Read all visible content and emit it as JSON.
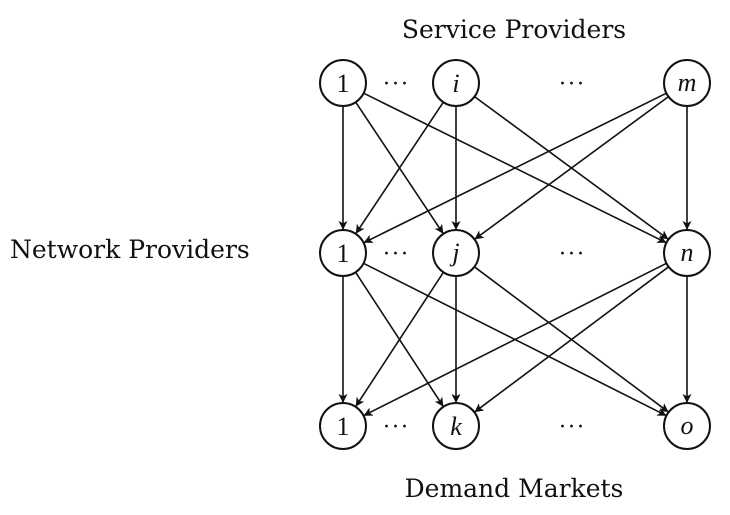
{
  "layers": [
    {
      "key": "service",
      "label": "Service Providers",
      "nodes": [
        {
          "id": "s1",
          "text": "1",
          "italic": false
        },
        {
          "id": "si",
          "text": "i",
          "italic": true
        },
        {
          "id": "sm",
          "text": "m",
          "italic": true
        }
      ],
      "dots": [
        "···",
        "···"
      ]
    },
    {
      "key": "network",
      "label": "Network Providers",
      "nodes": [
        {
          "id": "n1",
          "text": "1",
          "italic": false
        },
        {
          "id": "nj",
          "text": "j",
          "italic": true
        },
        {
          "id": "nn",
          "text": "n",
          "italic": true
        }
      ],
      "dots": [
        "···",
        "···"
      ]
    },
    {
      "key": "demand",
      "label": "Demand Markets",
      "nodes": [
        {
          "id": "d1",
          "text": "1",
          "italic": false
        },
        {
          "id": "dk",
          "text": "k",
          "italic": true
        },
        {
          "id": "do",
          "text": "o",
          "italic": true
        }
      ],
      "dots": [
        "···",
        "···"
      ]
    }
  ],
  "edges": [
    [
      "s1",
      "n1"
    ],
    [
      "s1",
      "nj"
    ],
    [
      "s1",
      "nn"
    ],
    [
      "si",
      "n1"
    ],
    [
      "si",
      "nj"
    ],
    [
      "si",
      "nn"
    ],
    [
      "sm",
      "n1"
    ],
    [
      "sm",
      "nj"
    ],
    [
      "sm",
      "nn"
    ],
    [
      "n1",
      "d1"
    ],
    [
      "n1",
      "dk"
    ],
    [
      "n1",
      "do"
    ],
    [
      "nj",
      "d1"
    ],
    [
      "nj",
      "dk"
    ],
    [
      "nj",
      "do"
    ],
    [
      "nn",
      "d1"
    ],
    [
      "nn",
      "dk"
    ],
    [
      "nn",
      "do"
    ]
  ]
}
